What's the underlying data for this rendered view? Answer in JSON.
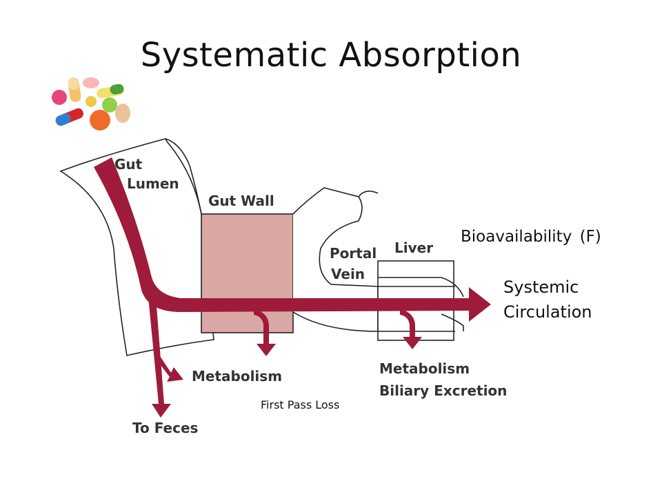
{
  "slide": {
    "title": "Systematic Absorption",
    "bioavailability_label": "Bioavailability (F)",
    "systemic_circulation_line1": "Systemic",
    "systemic_circulation_line2": "Circulation",
    "first_pass_label": "First Pass Loss"
  },
  "diagram": {
    "gut_lumen_line1": "Gut",
    "gut_lumen_line2": "Lumen",
    "gut_wall": "Gut Wall",
    "portal_vein_line1": "Portal",
    "portal_vein_line2": "Vein",
    "liver": "Liver",
    "metabolism_gut": "Metabolism",
    "to_feces": "To Feces",
    "metabolism_liver": "Metabolism",
    "biliary_excretion": "Biliary Excretion"
  },
  "colors": {
    "flow_arrow": "#9e1b3a",
    "gut_wall_fill": "#d9a7a4",
    "outline": "#222222"
  }
}
